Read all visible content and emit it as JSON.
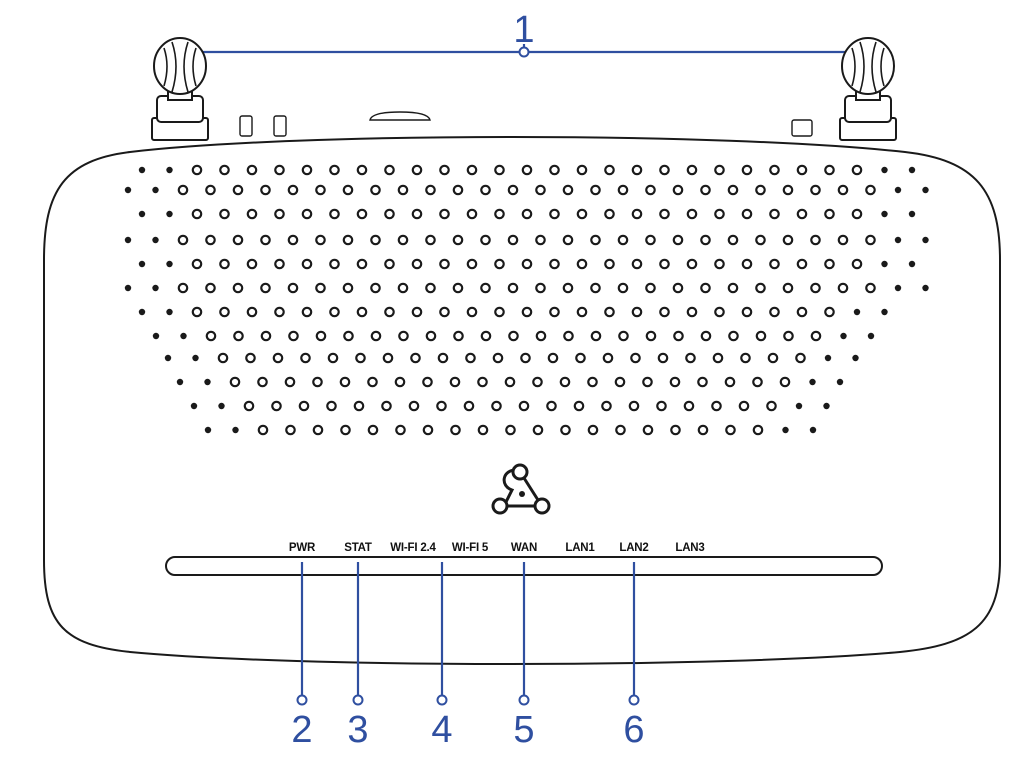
{
  "device": {
    "led_labels": [
      "PWR",
      "STAT",
      "WI-FI 2.4",
      "WI-FI 5",
      "WAN",
      "LAN1",
      "LAN2",
      "LAN3"
    ]
  },
  "callouts": [
    {
      "number": "1",
      "target": "antennas"
    },
    {
      "number": "2",
      "target": "PWR"
    },
    {
      "number": "3",
      "target": "STAT"
    },
    {
      "number": "4",
      "target": "WI-FI 2.4"
    },
    {
      "number": "5",
      "target": "WAN"
    },
    {
      "number": "6",
      "target": "LAN2"
    }
  ],
  "colors": {
    "callout": "#2f4fa0",
    "outline": "#1a1a1a"
  },
  "icons": {
    "logo": "network-nodes-logo"
  }
}
